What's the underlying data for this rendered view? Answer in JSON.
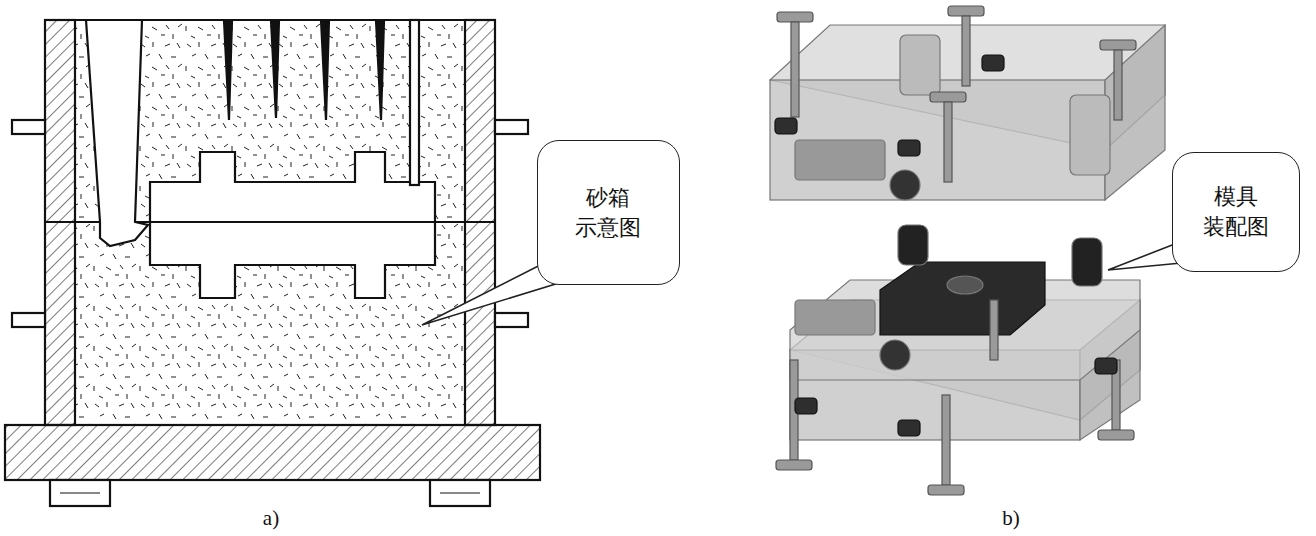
{
  "diagram": {
    "nodes": [
      {
        "text": [
          "砂箱 示意图"
        ]
      },
      {
        "text": [
          "模具 装配图"
        ]
      }
    ],
    "labels": [
      "a)",
      "b)"
    ]
  }
}
